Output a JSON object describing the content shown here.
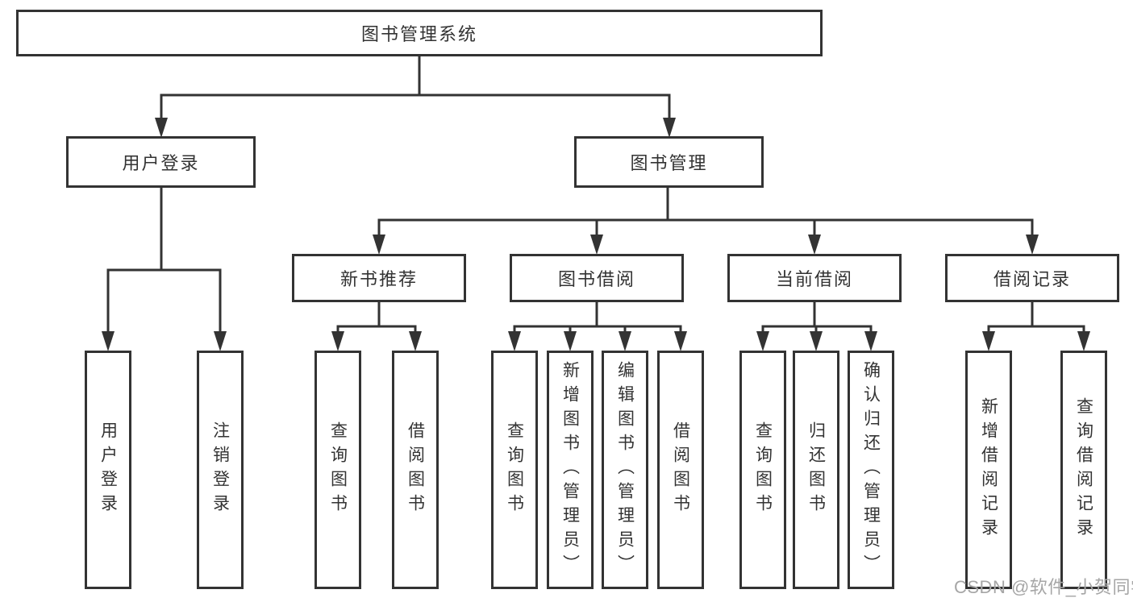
{
  "watermark": "CSDN @软件_小贺同学",
  "colors": {
    "line": "#333333",
    "text": "#333333",
    "box_bg": "#ffffff",
    "watermark": "#a6a6a6"
  },
  "tree": {
    "root": "图书管理系统",
    "login": {
      "label": "用户登录",
      "children": {
        "user_login": "用户登录",
        "logout": "注销登录"
      }
    },
    "manage": {
      "label": "图书管理",
      "recommend": {
        "label": "新书推荐",
        "children": {
          "query": "查询图书",
          "borrow": "借阅图书"
        }
      },
      "borrow": {
        "label": "图书借阅",
        "children": {
          "query": "查询图书",
          "add": "新增图书（管理员）",
          "edit": "编辑图书（管理员）",
          "borrow": "借阅图书"
        }
      },
      "current": {
        "label": "当前借阅",
        "children": {
          "query": "查询图书",
          "return": "归还图书",
          "confirm": "确认归还（管理员）"
        }
      },
      "records": {
        "label": "借阅记录",
        "children": {
          "add": "新增借阅记录",
          "query": "查询借阅记录"
        }
      }
    }
  }
}
